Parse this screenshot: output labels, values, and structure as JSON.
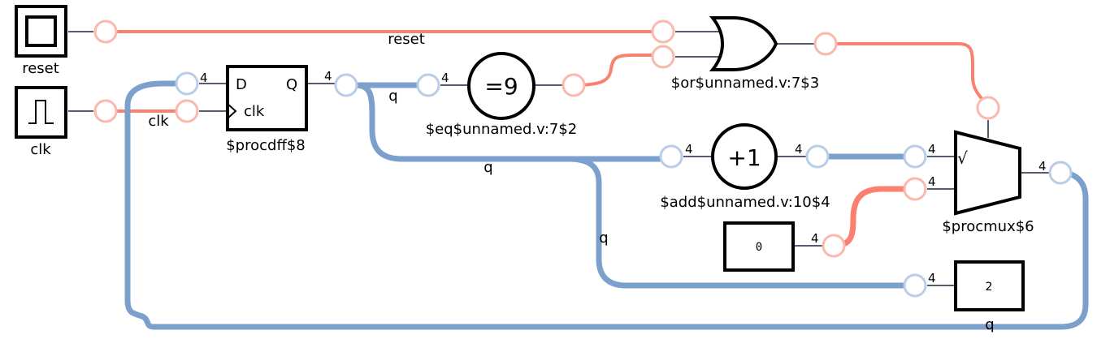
{
  "diagram": {
    "inputs": [
      {
        "name": "reset",
        "kind": "button"
      },
      {
        "name": "clk",
        "kind": "clock"
      }
    ],
    "cells": {
      "dff": {
        "label": "$procdff$8",
        "port_d": "D",
        "port_q": "Q",
        "port_clk": "clk"
      },
      "eq": {
        "label": "$eq$unnamed.v:7$2",
        "op": "=9"
      },
      "or": {
        "label": "$or$unnamed.v:7$3"
      },
      "add": {
        "label": "$add$unnamed.v:10$4",
        "op": "+1"
      },
      "mux": {
        "label": "$procmux$6",
        "sel_mark": "√"
      },
      "const0": {
        "value": "0"
      },
      "out2": {
        "value": "2"
      }
    },
    "wire_labels": {
      "reset": "reset",
      "clk": "clk",
      "q1": "q",
      "q2": "q",
      "q3": "q",
      "q4": "q"
    },
    "bus_width": "4",
    "colors": {
      "bit_wire": "#fa8072",
      "bus_wire": "#7ba0cc",
      "bit_port": "#fbb8ad",
      "bus_port": "#b9cde6"
    }
  }
}
